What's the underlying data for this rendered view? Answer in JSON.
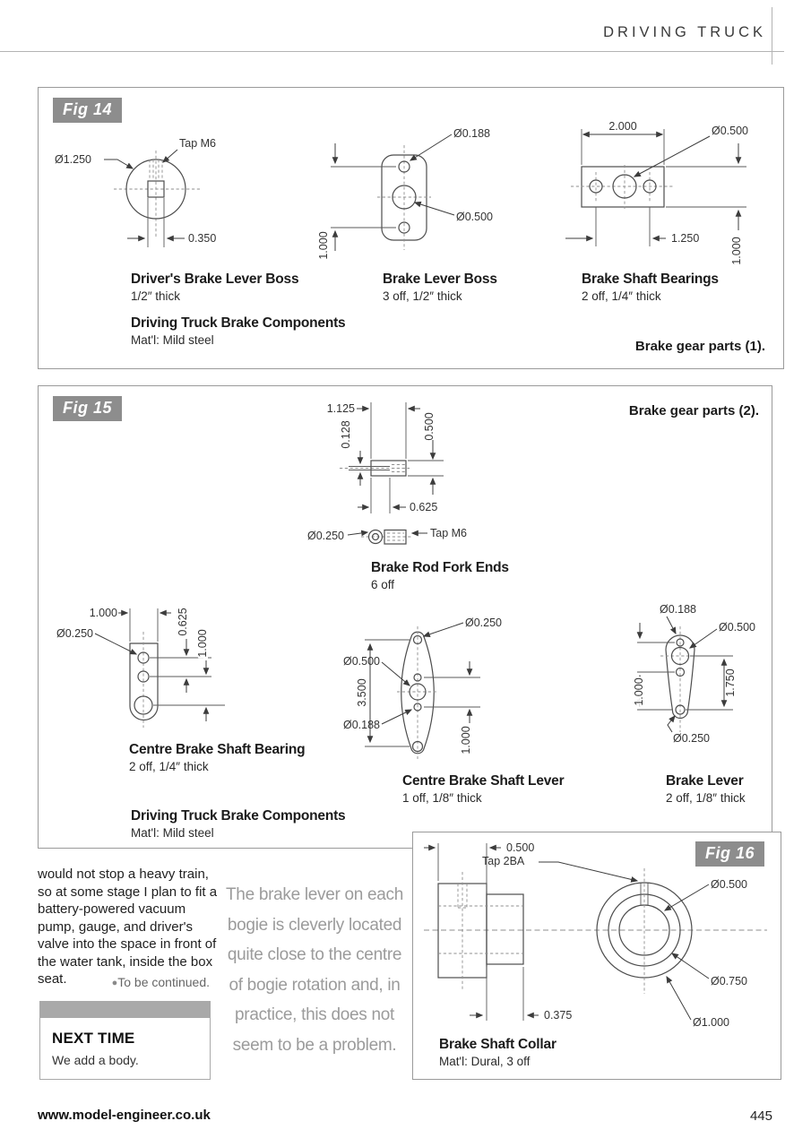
{
  "header": {
    "title": "DRIVING TRUCK"
  },
  "figures": {
    "fig14": {
      "badge": "Fig 14",
      "note": "Brake gear parts (1).",
      "group_title": "Driving Truck Brake Components",
      "group_material": "Mat'l: Mild steel",
      "parts": [
        {
          "name": "Driver's Brake Lever Boss",
          "spec": "1/2″ thick"
        },
        {
          "name": "Brake Lever Boss",
          "spec": "3 off, 1/2″ thick"
        },
        {
          "name": "Brake Shaft Bearings",
          "spec": "2 off, 1/4″ thick"
        }
      ],
      "dims": {
        "boss_dia": "Ø1.250",
        "boss_tap": "Tap M6",
        "boss_w": "0.350",
        "lever_small": "Ø0.188",
        "lever_big": "Ø0.500",
        "lever_h": "1.000",
        "brg_w": "2.000",
        "brg_big": "Ø0.500",
        "brg_c": "1.250",
        "brg_h": "1.000"
      }
    },
    "fig15": {
      "badge": "Fig 15",
      "note": "Brake gear parts (2).",
      "group_title": "Driving Truck Brake Components",
      "group_material": "Mat'l: Mild steel",
      "fork": {
        "name": "Brake Rod Fork Ends",
        "spec": "6 off",
        "dims": {
          "w": "1.125",
          "slot": "0.128",
          "h": "0.500",
          "depth": "0.625",
          "dia": "Ø0.250",
          "tap": "Tap M6"
        }
      },
      "bearing": {
        "name": "Centre Brake Shaft Bearing",
        "spec": "2 off, 1/4″ thick",
        "dims": {
          "w": "1.000",
          "dia": "Ø0.250",
          "p1": "0.625",
          "p2": "1.000"
        }
      },
      "centre_lever": {
        "name": "Centre Brake Shaft Lever",
        "spec": "1 off, 1/8″ thick",
        "dims": {
          "top": "Ø0.250",
          "big": "Ø0.500",
          "len": "3.500",
          "small": "Ø0.188",
          "pitch": "1.000"
        }
      },
      "lever": {
        "name": "Brake Lever",
        "spec": "2 off, 1/8″ thick",
        "dims": {
          "small": "Ø0.188",
          "big": "Ø0.500",
          "a": "1.750",
          "b": "1.000",
          "bottom": "Ø0.250"
        }
      }
    },
    "fig16": {
      "badge": "Fig 16",
      "name": "Brake Shaft Collar",
      "spec": "Mat'l: Dural, 3 off",
      "dims": {
        "w1": "0.500",
        "tap": "Tap 2BA",
        "bore": "Ø0.500",
        "mid": "Ø0.750",
        "outer": "Ø1.000",
        "w2": "0.375"
      }
    }
  },
  "article": {
    "paragraph": "would not stop a heavy train, so at some stage I plan to fit a battery-powered vacuum pump, gauge, and driver's valve into the space in front of the water tank, inside the box seat.",
    "continued_bullet": "●",
    "continued": "To be continued.",
    "next_time": {
      "title": "NEXT TIME",
      "body": "We add a body."
    },
    "pull_quote": "The brake lever on each bogie is cleverly located quite close to the centre of bogie rotation and, in practice, this does not seem to be a problem."
  },
  "footer": {
    "url": "www.model-engineer.co.uk",
    "page": "445"
  }
}
